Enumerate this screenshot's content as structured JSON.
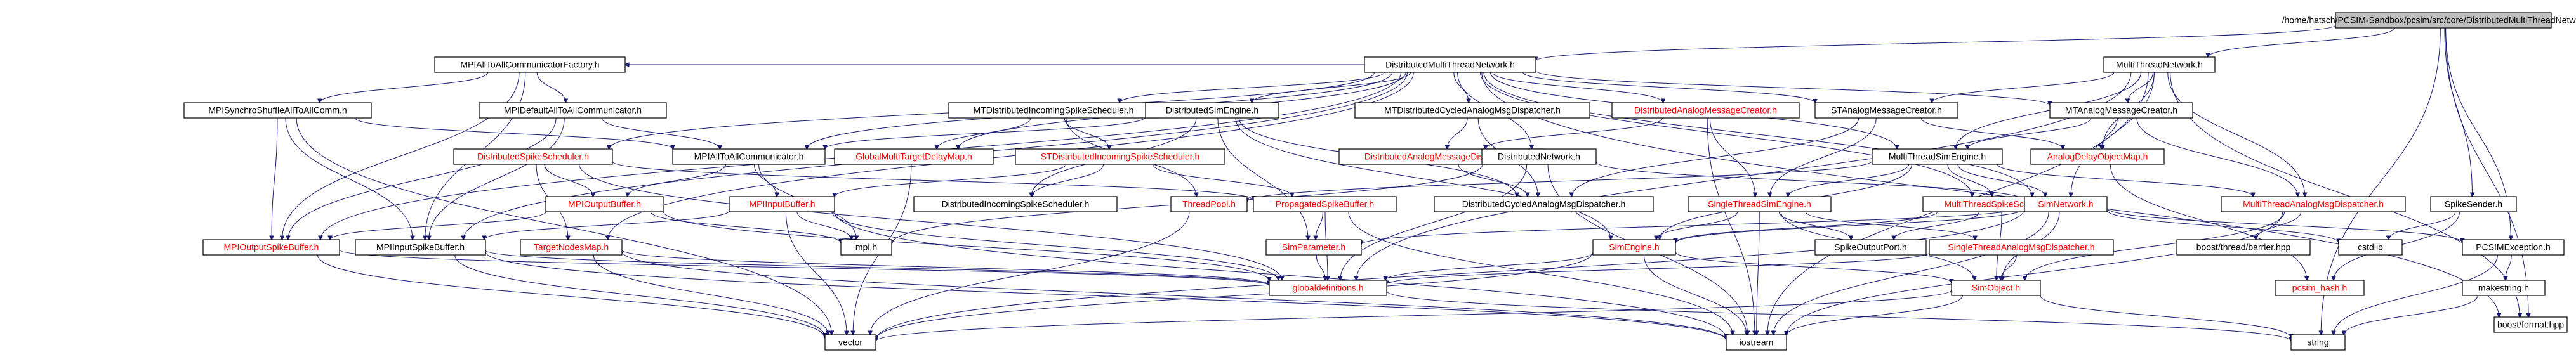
{
  "root": {
    "label": "/home/hatsch/PCSIM-Sandbox/pcsim/src/core/DistributedMultiThreadNetwork.cpp",
    "href": true
  },
  "colors": {
    "edge": "#191970",
    "root_fill": "#bfbfbf",
    "linked_text": "#000000",
    "unlinked_text": "#ff0000"
  },
  "nodes": [
    {
      "id": "root",
      "label": "/home/hatsch/PCSIM-Sandbox/pcsim/src/core/DistributedMultiThreadNetwork.cpp",
      "red": false
    },
    {
      "id": "dmtn",
      "label": "DistributedMultiThreadNetwork.h",
      "red": false
    },
    {
      "id": "mtn",
      "label": "MultiThreadNetwork.h",
      "red": false
    },
    {
      "id": "mpiaaf",
      "label": "MPIAllToAllCommunicatorFactory.h",
      "red": false
    },
    {
      "id": "mpiss",
      "label": "MPISynchroShuffleAllToAllComm.h",
      "red": false
    },
    {
      "id": "mpidef",
      "label": "MPIDefaultAllToAllCommunicator.h",
      "red": false
    },
    {
      "id": "mtdist",
      "label": "MTDistributedIncomingSpikeScheduler.h",
      "red": false
    },
    {
      "id": "dse",
      "label": "DistributedSimEngine.h",
      "red": false
    },
    {
      "id": "mtdcyc",
      "label": "MTDistributedCycledAnalogMsgDispatcher.h",
      "red": false
    },
    {
      "id": "dam",
      "label": "DistributedAnalogMessageCreator.h",
      "red": true
    },
    {
      "id": "stamc",
      "label": "STAnalogMessageCreator.h",
      "red": false
    },
    {
      "id": "mtamc",
      "label": "MTAnalogMessageCreator.h",
      "red": false
    },
    {
      "id": "dss",
      "label": "DistributedSpikeScheduler.h",
      "red": true
    },
    {
      "id": "mpiaa",
      "label": "MPIAllToAllCommunicator.h",
      "red": false
    },
    {
      "id": "gmtdm",
      "label": "GlobalMultiTargetDelayMap.h",
      "red": true
    },
    {
      "id": "stdist",
      "label": "STDistributedIncomingSpikeScheduler.h",
      "red": true
    },
    {
      "id": "damd",
      "label": "DistributedAnalogMessageDispatcher.h",
      "red": true
    },
    {
      "id": "dnet",
      "label": "DistributedNetwork.h",
      "red": false
    },
    {
      "id": "mtse",
      "label": "MultiThreadSimEngine.h",
      "red": false
    },
    {
      "id": "adom",
      "label": "AnalogDelayObjectMap.h",
      "red": true
    },
    {
      "id": "mpiob",
      "label": "MPIOutputBuffer.h",
      "red": true
    },
    {
      "id": "mpiib",
      "label": "MPIInputBuffer.h",
      "red": true
    },
    {
      "id": "dissch",
      "label": "DistributedIncomingSpikeScheduler.h",
      "red": false
    },
    {
      "id": "tpool",
      "label": "ThreadPool.h",
      "red": true
    },
    {
      "id": "psb",
      "label": "PropagatedSpikeBuffer.h",
      "red": true
    },
    {
      "id": "dcamd",
      "label": "DistributedCycledAnalogMsgDispatcher.h",
      "red": false
    },
    {
      "id": "stse",
      "label": "SingleThreadSimEngine.h",
      "red": true
    },
    {
      "id": "mtss",
      "label": "MultiThreadSpikeScheduler.h",
      "red": true
    },
    {
      "id": "simnet",
      "label": "SimNetwork.h",
      "red": true
    },
    {
      "id": "mtamd",
      "label": "MultiThreadAnalogMsgDispatcher.h",
      "red": true
    },
    {
      "id": "spksend",
      "label": "SpikeSender.h",
      "red": false
    },
    {
      "id": "mpiosb",
      "label": "MPIOutputSpikeBuffer.h",
      "red": true
    },
    {
      "id": "mpiisb",
      "label": "MPIInputSpikeBuffer.h",
      "red": false
    },
    {
      "id": "tnm",
      "label": "TargetNodesMap.h",
      "red": true
    },
    {
      "id": "mpih",
      "label": "mpi.h",
      "red": false
    },
    {
      "id": "simparam",
      "label": "SimParameter.h",
      "red": true
    },
    {
      "id": "simeng",
      "label": "SimEngine.h",
      "red": true
    },
    {
      "id": "spkop",
      "label": "SpikeOutputPort.h",
      "red": false
    },
    {
      "id": "stamd",
      "label": "SingleThreadAnalogMsgDispatcher.h",
      "red": true
    },
    {
      "id": "btb",
      "label": "boost/thread/barrier.hpp",
      "red": false
    },
    {
      "id": "cstdlib",
      "label": "cstdlib",
      "red": false
    },
    {
      "id": "pcsimex",
      "label": "PCSIMException.h",
      "red": false
    },
    {
      "id": "globdef",
      "label": "globaldefinitions.h",
      "red": true
    },
    {
      "id": "simobj",
      "label": "SimObject.h",
      "red": true
    },
    {
      "id": "pcsimhash",
      "label": "pcsim_hash.h",
      "red": true
    },
    {
      "id": "makestr",
      "label": "makestring.h",
      "red": false
    },
    {
      "id": "bfmt",
      "label": "boost/format.hpp",
      "red": false
    },
    {
      "id": "vector",
      "label": "vector",
      "red": false
    },
    {
      "id": "iostream",
      "label": "iostream",
      "red": false
    },
    {
      "id": "string",
      "label": "string",
      "red": false
    }
  ],
  "edges": [
    [
      "root",
      "dmtn"
    ],
    [
      "root",
      "mtn"
    ],
    [
      "root",
      "spksend"
    ],
    [
      "root",
      "pcsimex"
    ],
    [
      "root",
      "bfmt"
    ],
    [
      "root",
      "string"
    ],
    [
      "dmtn",
      "mpiaaf"
    ],
    [
      "dmtn",
      "mtdist"
    ],
    [
      "dmtn",
      "dse"
    ],
    [
      "dmtn",
      "mtdcyc"
    ],
    [
      "dmtn",
      "dam"
    ],
    [
      "dmtn",
      "stamc"
    ],
    [
      "dmtn",
      "mtamc"
    ],
    [
      "dmtn",
      "dss"
    ],
    [
      "dmtn",
      "mpiaa"
    ],
    [
      "dmtn",
      "gmtdm"
    ],
    [
      "dmtn",
      "dnet"
    ],
    [
      "dmtn",
      "mtse"
    ],
    [
      "dmtn",
      "tnm"
    ],
    [
      "dmtn",
      "mpiosb"
    ],
    [
      "dmtn",
      "mpiisb"
    ],
    [
      "dmtn",
      "mtss"
    ],
    [
      "dmtn",
      "simnet"
    ],
    [
      "dmtn",
      "bfmt"
    ],
    [
      "mtn",
      "stamc"
    ],
    [
      "mtn",
      "mtamc"
    ],
    [
      "mtn",
      "mtse"
    ],
    [
      "mtn",
      "adom"
    ],
    [
      "mtn",
      "mtamd"
    ],
    [
      "mtn",
      "simnet"
    ],
    [
      "mtn",
      "globdef"
    ],
    [
      "mtn",
      "iostream"
    ],
    [
      "mtn",
      "bfmt"
    ],
    [
      "mpiaaf",
      "mpiss"
    ],
    [
      "mpiaaf",
      "mpidef"
    ],
    [
      "mpiaaf",
      "mpiosb"
    ],
    [
      "mpiaaf",
      "mpiisb"
    ],
    [
      "mpiss",
      "mpiaa"
    ],
    [
      "mpiss",
      "mpiosb"
    ],
    [
      "mpiss",
      "mpiisb"
    ],
    [
      "mpiss",
      "vector"
    ],
    [
      "mpidef",
      "mpiaa"
    ],
    [
      "mpidef",
      "mpiosb"
    ],
    [
      "mpidef",
      "mpiisb"
    ],
    [
      "mtdist",
      "stdist"
    ],
    [
      "mtdist",
      "gmtdm"
    ],
    [
      "mtdist",
      "tpool"
    ],
    [
      "dse",
      "mpiaa"
    ],
    [
      "dse",
      "dissch"
    ],
    [
      "dse",
      "dcamd"
    ],
    [
      "dse",
      "simeng"
    ],
    [
      "dse",
      "simparam"
    ],
    [
      "mtdcyc",
      "damd"
    ],
    [
      "mtdcyc",
      "dcamd"
    ],
    [
      "dam",
      "damd"
    ],
    [
      "dam",
      "stse"
    ],
    [
      "dam",
      "iostream"
    ],
    [
      "stamc",
      "adom"
    ],
    [
      "stamc",
      "stse"
    ],
    [
      "stamc",
      "dcamd"
    ],
    [
      "mtamc",
      "adom"
    ],
    [
      "mtamc",
      "mtse"
    ],
    [
      "mtamc",
      "mtamd"
    ],
    [
      "dss",
      "mpiob"
    ],
    [
      "dss",
      "tnm"
    ],
    [
      "dss",
      "psb"
    ],
    [
      "dss",
      "globdef"
    ],
    [
      "mpiaa",
      "mpiob"
    ],
    [
      "mpiaa",
      "mpiib"
    ],
    [
      "mpiaa",
      "mpih"
    ],
    [
      "gmtdm",
      "vector"
    ],
    [
      "stdist",
      "dissch"
    ],
    [
      "stdist",
      "psb"
    ],
    [
      "stdist",
      "mpiib"
    ],
    [
      "damd",
      "dcamd"
    ],
    [
      "dnet",
      "simnet"
    ],
    [
      "dnet",
      "globdef"
    ],
    [
      "dnet",
      "mpih"
    ],
    [
      "dnet",
      "iostream"
    ],
    [
      "mtse",
      "tpool"
    ],
    [
      "mtse",
      "stse"
    ],
    [
      "mtse",
      "mtss"
    ],
    [
      "mtse",
      "mtamd"
    ],
    [
      "mtse",
      "simnet"
    ],
    [
      "mtse",
      "simeng"
    ],
    [
      "adom",
      "pcsimhash"
    ],
    [
      "mpiob",
      "mpih"
    ],
    [
      "mpiob",
      "mpiosb"
    ],
    [
      "mpiob",
      "globdef"
    ],
    [
      "mpiib",
      "mpih"
    ],
    [
      "mpiib",
      "mpiisb"
    ],
    [
      "mpiib",
      "globdef"
    ],
    [
      "mpiib",
      "vector"
    ],
    [
      "mpiib",
      "iostream"
    ],
    [
      "tpool",
      "vector"
    ],
    [
      "psb",
      "simparam"
    ],
    [
      "psb",
      "globdef"
    ],
    [
      "psb",
      "iostream"
    ],
    [
      "stse",
      "simeng"
    ],
    [
      "stse",
      "spkop"
    ],
    [
      "stse",
      "stamd"
    ],
    [
      "stse",
      "simobj"
    ],
    [
      "stse",
      "iostream"
    ],
    [
      "mtss",
      "simeng"
    ],
    [
      "mtss",
      "spkop"
    ],
    [
      "mtss",
      "simobj"
    ],
    [
      "simnet",
      "simparam"
    ],
    [
      "simnet",
      "simeng"
    ],
    [
      "simnet",
      "simobj"
    ],
    [
      "simnet",
      "cstdlib"
    ],
    [
      "simnet",
      "pcsimex"
    ],
    [
      "simnet",
      "iostream"
    ],
    [
      "simnet",
      "vector"
    ],
    [
      "mtamd",
      "btb"
    ],
    [
      "mtamd",
      "simobj"
    ],
    [
      "mtamd",
      "iostream"
    ],
    [
      "spksend",
      "cstdlib"
    ],
    [
      "spksend",
      "pcsimhash"
    ],
    [
      "mpiosb",
      "globdef"
    ],
    [
      "mpiosb",
      "vector"
    ],
    [
      "mpiisb",
      "globdef"
    ],
    [
      "mpiisb",
      "vector"
    ],
    [
      "mpiisb",
      "iostream"
    ],
    [
      "tnm",
      "globdef"
    ],
    [
      "tnm",
      "vector"
    ],
    [
      "tnm",
      "iostream"
    ],
    [
      "simparam",
      "globdef"
    ],
    [
      "simeng",
      "globdef"
    ],
    [
      "simeng",
      "simobj"
    ],
    [
      "simeng",
      "iostream"
    ],
    [
      "simeng",
      "vector"
    ],
    [
      "stamd",
      "globdef"
    ],
    [
      "stamd",
      "simobj"
    ],
    [
      "simobj",
      "vector"
    ],
    [
      "simobj",
      "iostream"
    ],
    [
      "simobj",
      "string"
    ],
    [
      "pcsimex",
      "makestr"
    ],
    [
      "pcsimex",
      "string"
    ],
    [
      "makestr",
      "string"
    ],
    [
      "globdef",
      "string"
    ]
  ]
}
